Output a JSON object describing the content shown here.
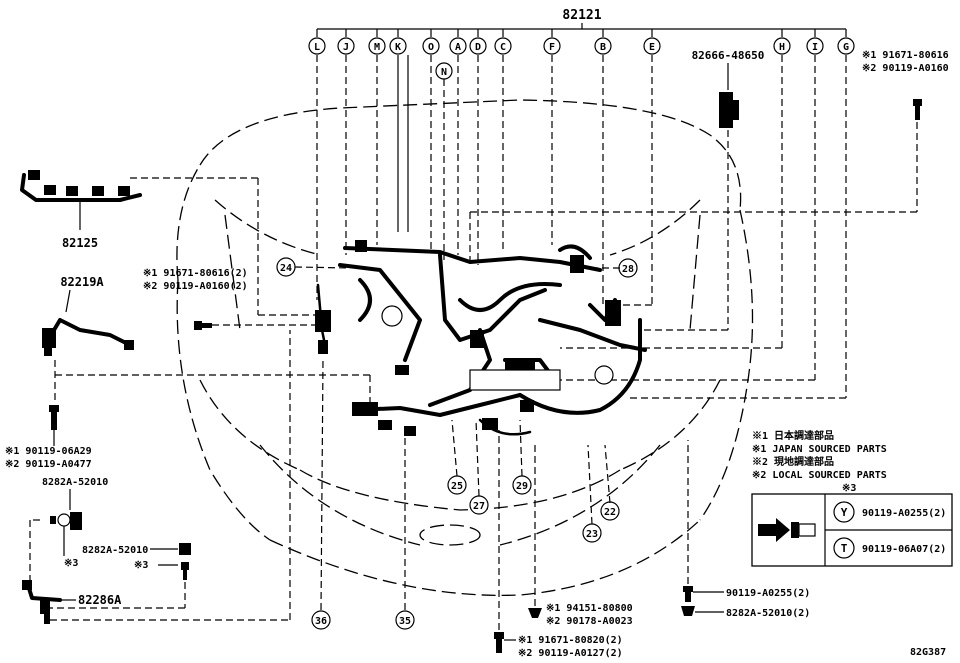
{
  "diagram": {
    "main_part": "82121",
    "ref_code": "82G387",
    "top_letters": [
      "L",
      "J",
      "M",
      "K",
      "O",
      "A",
      "D",
      "C",
      "F",
      "B",
      "E",
      "H",
      "I",
      "G"
    ],
    "sub_letter": "N",
    "callout_numbers": [
      "24",
      "28",
      "25",
      "27",
      "29",
      "22",
      "23",
      "36",
      "35"
    ],
    "parts": {
      "p82125": "82125",
      "p82219A": "82219A",
      "p82286A": "82286A",
      "p82666": "82666-48650",
      "clamp_a": "8282A-52010",
      "clamp_b": "8282A-52010",
      "clamp_c": "8282A-52010(2)",
      "bolt_bottom": "90119-A0255(2)"
    },
    "notes": {
      "top_right_1": "※1 91671-80616",
      "top_right_2": "※2 90119-A0160",
      "mid_left_1": "※1 91671-80616(2)",
      "mid_left_2": "※2 90119-A0160(2)",
      "left_1": "※1 90119-06A29",
      "left_2": "※2 90119-A0477",
      "bottom_a1": "※1 94151-80800",
      "bottom_a2": "※2 90178-A0023",
      "bottom_b1": "※1 91671-80820(2)",
      "bottom_b2": "※2 90119-A0127(2)",
      "star3_a": "※3",
      "star3_b": "※3"
    },
    "legend": {
      "l1": "※1 日本調達部品",
      "l2": "※1 JAPAN SOURCED PARTS",
      "l3": "※2 現地調達部品",
      "l4": "※2 LOCAL SOURCED PARTS",
      "box_title": "※3",
      "row1_symbol": "Y",
      "row1_part": "90119-A0255(2)",
      "row2_symbol": "T",
      "row2_part": "90119-06A07(2)"
    }
  }
}
